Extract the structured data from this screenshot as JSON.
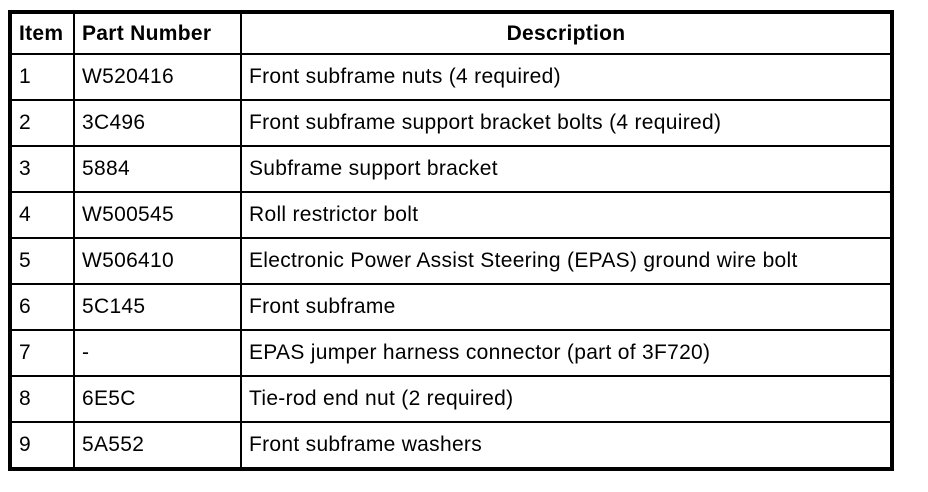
{
  "page": {
    "background_color": "#ffffff",
    "border_color": "#000000",
    "text_color": "#000000"
  },
  "table": {
    "columns": [
      "Item",
      "Part Number",
      "Description"
    ],
    "rows": [
      [
        "1",
        "W520416",
        "Front subframe nuts (4 required)"
      ],
      [
        "2",
        "3C496",
        "Front subframe support bracket bolts (4 required)"
      ],
      [
        "3",
        "5884",
        "Subframe support bracket"
      ],
      [
        "4",
        "W500545",
        "Roll restrictor bolt"
      ],
      [
        "5",
        "W506410",
        "Electronic Power Assist Steering (EPAS) ground wire bolt"
      ],
      [
        "6",
        "5C145",
        "Front subframe"
      ],
      [
        "7",
        "-",
        "EPAS jumper harness connector (part of 3F720)"
      ],
      [
        "8",
        "6E5C",
        "Tie-rod end nut (2 required)"
      ],
      [
        "9",
        "5A552",
        "Front subframe washers"
      ]
    ]
  }
}
